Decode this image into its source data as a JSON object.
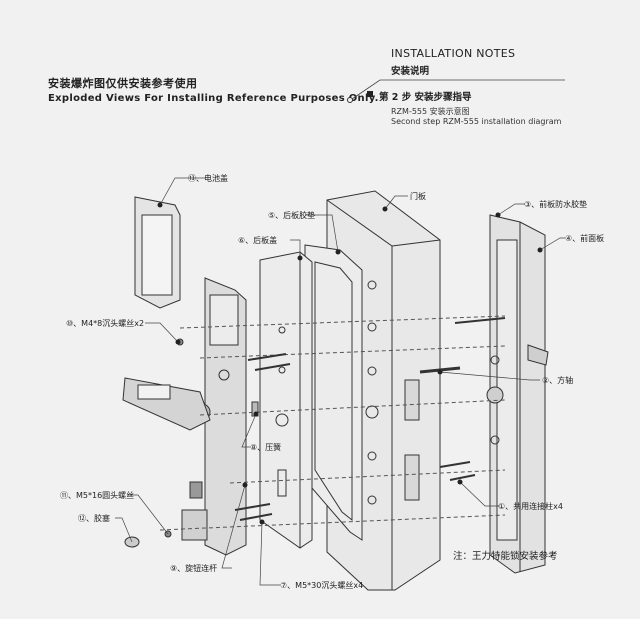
{
  "header": {
    "cn_title": "安装爆炸图仅供安装参考使用",
    "en_title": "Exploded Views For  Installing  Reference  Purposes Only."
  },
  "notes": {
    "title": "INSTALLATION NOTES",
    "subtitle": "安装说明",
    "step_title": "第 2 步   安装步骤指导",
    "step_sub1": "RZM-555 安装示意图",
    "step_sub2": "Second step RZM-555 installation diagram"
  },
  "parts": {
    "battery_cover": "⑬、电池盖",
    "door": "门板",
    "rear_gasket": "⑤、后板胶垫",
    "front_gasket": "③、前板防水胶垫",
    "rear_cover": "⑥、后板盖",
    "front_panel": "④、前面板",
    "m4_screw": "⑩、M4*8沉头螺丝x2",
    "spindle": "②、方轴",
    "spring": "⑧、压簧",
    "m5_16": "⑪、M5*16圆头螺丝",
    "plug": "⑫、胶塞",
    "connector": "①、共用连接柱x4",
    "knob_rod": "⑨、旋钮连杆",
    "m5_30": "⑦、M5*30沉头螺丝x4"
  },
  "footnote": "注：王力特能锁安装参考"
}
